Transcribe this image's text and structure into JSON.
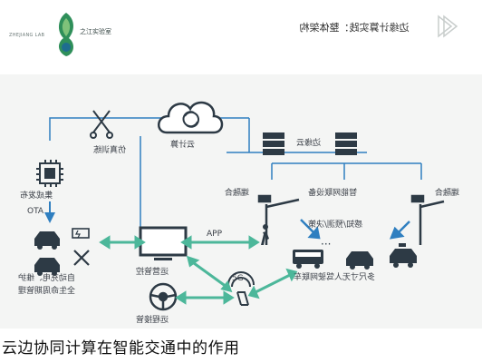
{
  "logo": {
    "name_cn": "之江实验室",
    "name_en": "ZHEJIANG LAB"
  },
  "header": {
    "title": "边缘计算实践：整体架构"
  },
  "labels": {
    "sim_train": "仿真训练",
    "cloud": "云计算",
    "integration": "集成发布",
    "ota": "OTA",
    "edge_cloud": "边缘云",
    "rsu_left": "端融合",
    "rsu_mid": "智能网联设备",
    "rsu_right": "端融合",
    "perception": "感知/预测/决策",
    "app": "APP",
    "autodrive": "自动充电、维护\n全生命周期管理",
    "ops": "运营管控",
    "remote": "远程接管",
    "fiveg": "5G",
    "unmanned": "多尺寸无人驾驶网联车"
  },
  "caption": "云边协同计算在智能交通中的作用"
}
